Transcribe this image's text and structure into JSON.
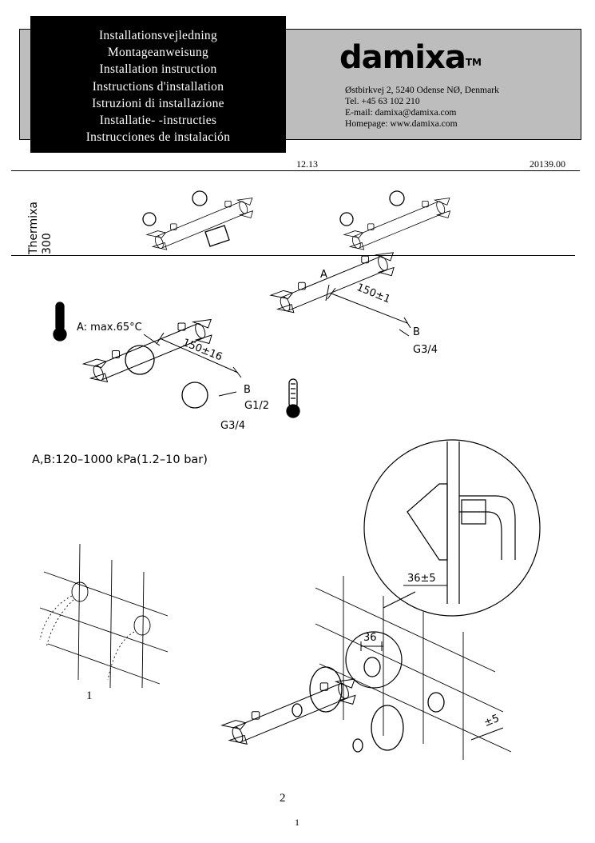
{
  "header": {
    "titles": [
      "Installationsvejledning",
      "Montageanweisung",
      "Installation instruction",
      "Instructions d'installation",
      "Istruzioni di installazione",
      "Installatie- -instructies",
      "Instrucciones de instalación"
    ],
    "brand": "damixa",
    "brand_tm": "TM",
    "contact": {
      "address": "Østbirkvej 2, 5240 Odense NØ, Denmark",
      "tel": "Tel. +45 63 102 210",
      "email": "E-mail: damixa@damixa.com",
      "homepage": "Homepage: www.damixa.com"
    },
    "date": "12.13",
    "doc_number": "20139.00"
  },
  "product": {
    "name": "Thermixa",
    "model": "300"
  },
  "diagram": {
    "hot_label": "A:  max.65°C",
    "dim_150_16": "150±16",
    "label_b1": "B",
    "g12": "G1/2",
    "g34_1": "G3/4",
    "label_a2": "A",
    "dim_150_1": "150±1",
    "label_b2": "B",
    "g34_2": "G3/4",
    "pressure": "A,B:120–1000  kPa(1.2–10  bar)",
    "dim_36_5": "36±5",
    "dim_36": "36",
    "dim_5": "±5",
    "step1": "1",
    "step2": "2"
  },
  "footer": {
    "page_number": "1"
  }
}
